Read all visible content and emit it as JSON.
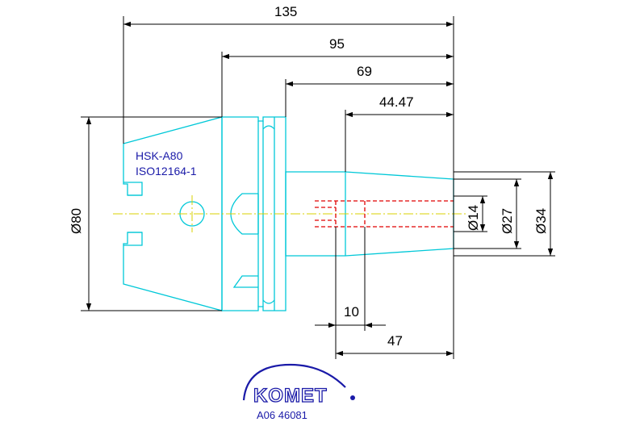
{
  "dimensions": {
    "len_135": "135",
    "len_95": "95",
    "len_69": "69",
    "len_44_47": "44.47",
    "dia_80": "Ø80",
    "dia_14": "Ø14",
    "dia_27": "Ø27",
    "dia_34": "Ø34",
    "len_10": "10",
    "len_47": "47"
  },
  "notes": {
    "interface": "HSK-A80",
    "standard": "ISO12164-1"
  },
  "logo": {
    "brand": "KOMET"
  },
  "part_code": "A06 46081",
  "colors": {
    "outline": "#00c8d8",
    "centerline": "#d8d000",
    "hidden": "#e00000",
    "dimension": "#000000",
    "text_blue": "#1a1aa8"
  }
}
